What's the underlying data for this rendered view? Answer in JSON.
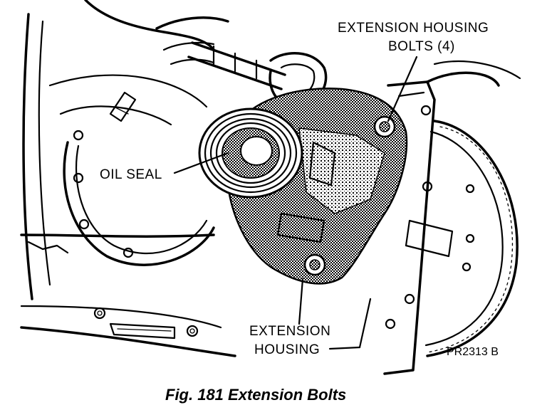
{
  "figure": {
    "labels": {
      "extension_housing_bolts_line1": "EXTENSION HOUSING",
      "extension_housing_bolts_line2": "BOLTS (4)",
      "oil_seal": "OIL SEAL",
      "extension_housing_line1": "EXTENSION",
      "extension_housing_line2": "HOUSING",
      "drawing_code": "PR2313 B"
    },
    "caption": "Fig. 181 Extension Bolts"
  }
}
